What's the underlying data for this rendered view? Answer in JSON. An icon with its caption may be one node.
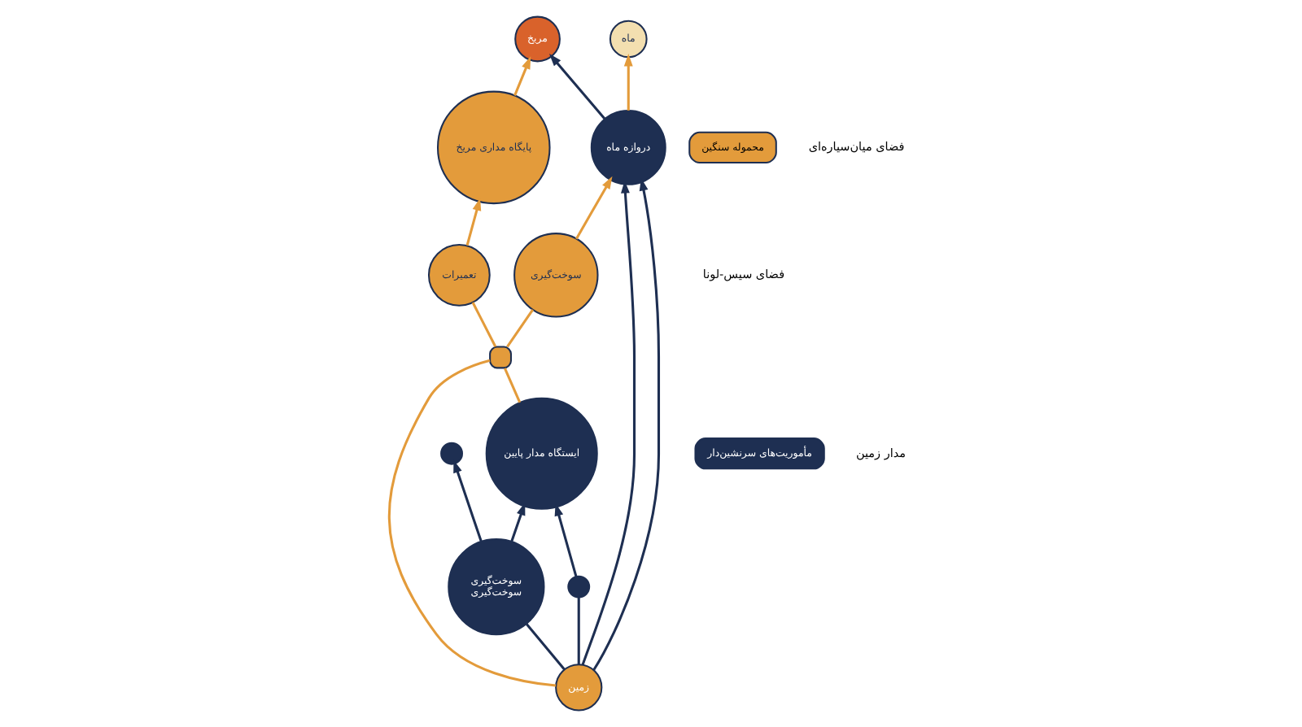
{
  "diagram": {
    "nodes": [
      {
        "text": [
          "زمین"
        ]
      },
      {
        "text": [
          "ایستگاه مدار پایین"
        ]
      },
      {
        "text": [
          "سوخت‌گیری",
          "سوخت‌گیری"
        ]
      },
      {
        "text": [
          "مأموریت‌های سرنشین‌دار"
        ]
      },
      {
        "text": [
          "دروازه ماه"
        ]
      },
      {
        "text": [
          "ماه"
        ]
      },
      {
        "text": [
          "مریخ"
        ]
      },
      {
        "text": [
          "پایگاه مداری مریخ"
        ]
      },
      {
        "text": [
          "محموله سنگین"
        ]
      },
      {
        "text": [
          "تعمیرات"
        ]
      },
      {
        "text": [
          "سوخت‌گیری"
        ]
      },
      {
        "text": [],
        "shape": "circle"
      },
      {
        "text": [],
        "shape": "circle"
      },
      {
        "text": [],
        "shape": "box"
      }
    ],
    "edges": [
      {
        "from": 0,
        "to": 11,
        "arrow": "none"
      },
      {
        "from": 11,
        "to": 1,
        "arrow": "to"
      },
      {
        "from": 0,
        "to": 2,
        "arrow": "none"
      },
      {
        "from": 2,
        "to": 12,
        "arrow": "to"
      },
      {
        "from": 2,
        "to": 1,
        "arrow": "to"
      },
      {
        "from": 0,
        "to": 4,
        "arrow": "to"
      },
      {
        "from": 0,
        "to": 4,
        "arrow": "to"
      },
      {
        "from": 4,
        "to": 6,
        "arrow": "to"
      },
      {
        "from": 0,
        "to": 13,
        "arrow": "none",
        "color": "#e39b3b"
      },
      {
        "from": 1,
        "to": 13,
        "arrow": "none",
        "color": "#e39b3b"
      },
      {
        "from": 13,
        "to": 9,
        "arrow": "none",
        "color": "#e39b3b"
      },
      {
        "from": 9,
        "to": 7,
        "arrow": "to",
        "color": "#e39b3b"
      },
      {
        "from": 7,
        "to": 6,
        "arrow": "to",
        "color": "#e39b3b"
      },
      {
        "from": 13,
        "to": 10,
        "arrow": "none",
        "color": "#e39b3b"
      },
      {
        "from": 10,
        "to": 4,
        "arrow": "to",
        "color": "#e39b3b"
      },
      {
        "from": 4,
        "to": 5,
        "arrow": "to",
        "color": "#e39b3b"
      }
    ],
    "labels": [
      "فضای میان‌سیاره‌ای",
      "فضای سیس-لونا",
      "مدار زمین"
    ]
  }
}
